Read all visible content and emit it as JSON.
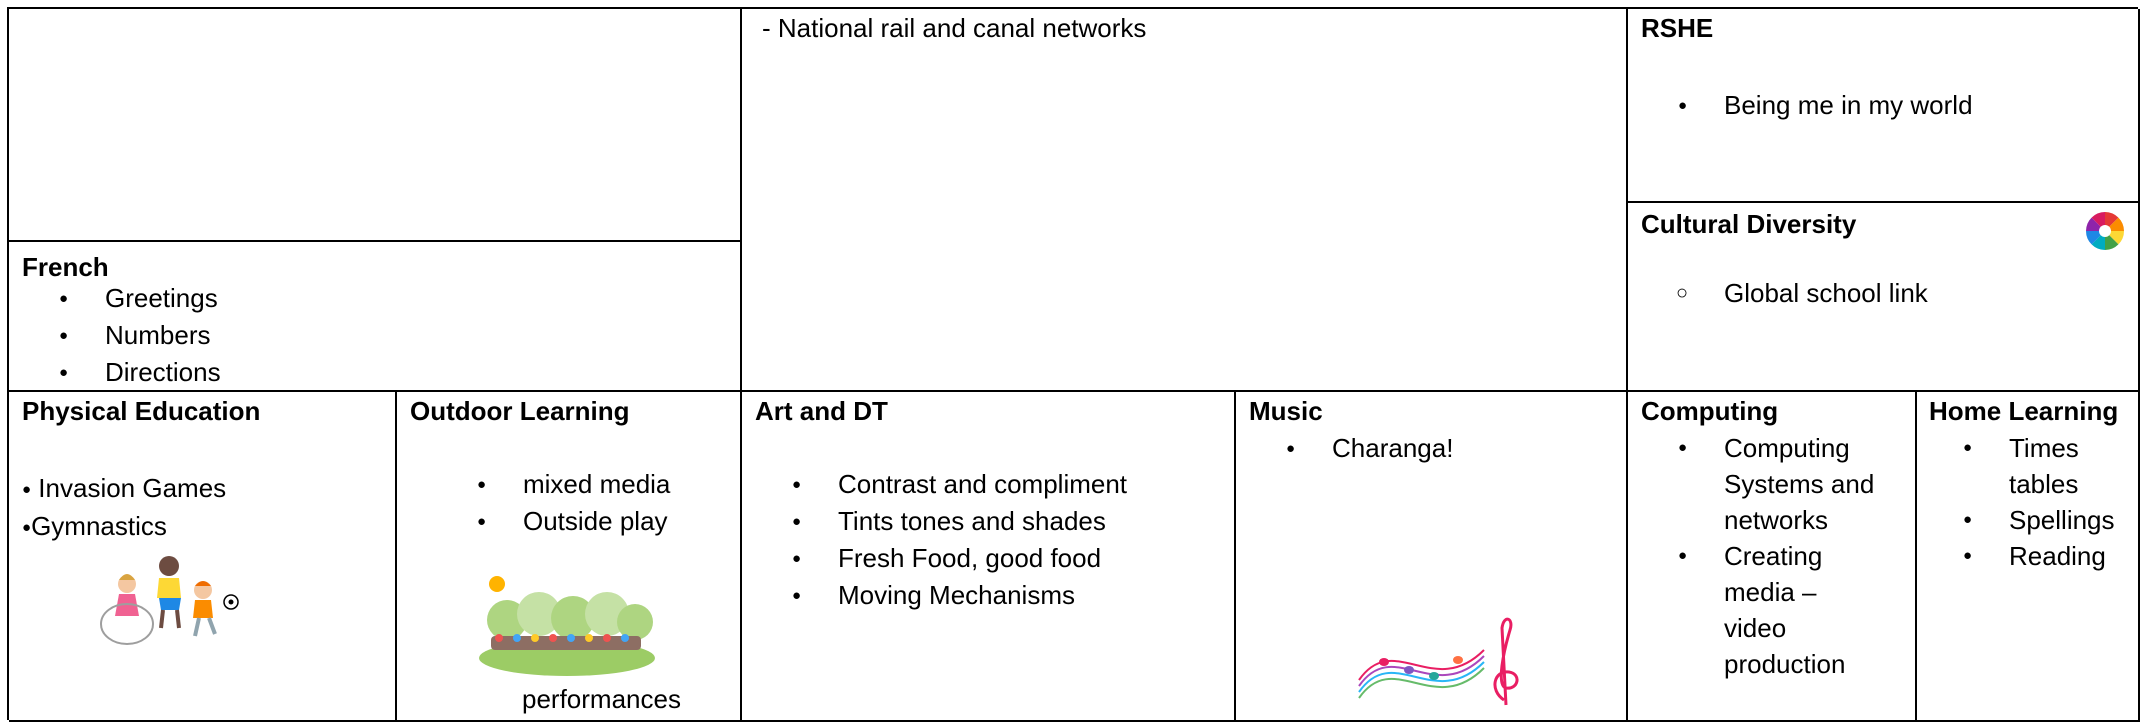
{
  "top_row": {
    "transport_note": "- National rail and canal networks",
    "french": {
      "title": "French",
      "items": [
        "Greetings",
        "Numbers",
        "Directions"
      ]
    },
    "rshe": {
      "title": "RSHE",
      "items": [
        "Being me in my world"
      ]
    },
    "cultural": {
      "title": "Cultural Diversity",
      "items": [
        "Global school link"
      ],
      "icon": "color-wheel-icon"
    }
  },
  "bottom_row": {
    "pe": {
      "title": "Physical Education",
      "items": [
        "Invasion Games",
        "Gymnastics"
      ],
      "image": "children-playing-illustration"
    },
    "outdoor": {
      "title": "Outdoor Learning",
      "items": [
        "mixed media",
        "Outside play"
      ],
      "footer": "performances",
      "image": "children-in-park-illustration"
    },
    "art": {
      "title": "Art and DT",
      "items": [
        "Contrast and compliment",
        "Tints tones and shades",
        "Fresh Food, good food",
        "Moving Mechanisms"
      ]
    },
    "music": {
      "title": "Music",
      "items": [
        "Charanga!"
      ],
      "image": "music-notes-illustration"
    },
    "computing": {
      "title": "Computing",
      "items": [
        "Computing Systems and networks",
        "Creating media – video production"
      ]
    },
    "home": {
      "title": "Home Learning",
      "items": [
        "Times tables",
        "Spellings",
        "Reading"
      ]
    }
  }
}
